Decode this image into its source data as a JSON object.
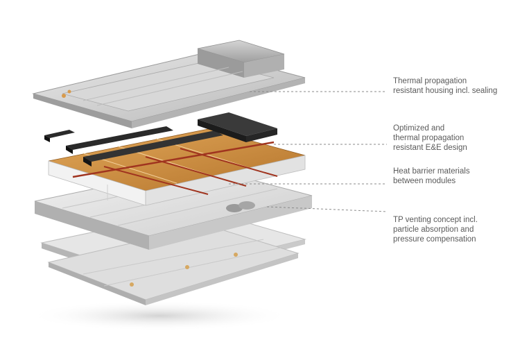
{
  "labels": {
    "housing": "Thermal propagation\nresistant housing incl. sealing",
    "ee_design": "Optimized and\nthermal propagation\nresistant E&E design",
    "heat_barrier": "Heat barrier materials\nbetween modules",
    "venting": "TP venting concept incl.\nparticle absorption and\npressure compensation"
  },
  "colors": {
    "label_text": "#5a5a5a",
    "leader_line": "#8a8a8a",
    "housing_metal": "#c9c9c9",
    "module_copper": "#c98a3c",
    "busbar_black": "#2a2a2a",
    "heat_barrier": "#a0341f"
  }
}
